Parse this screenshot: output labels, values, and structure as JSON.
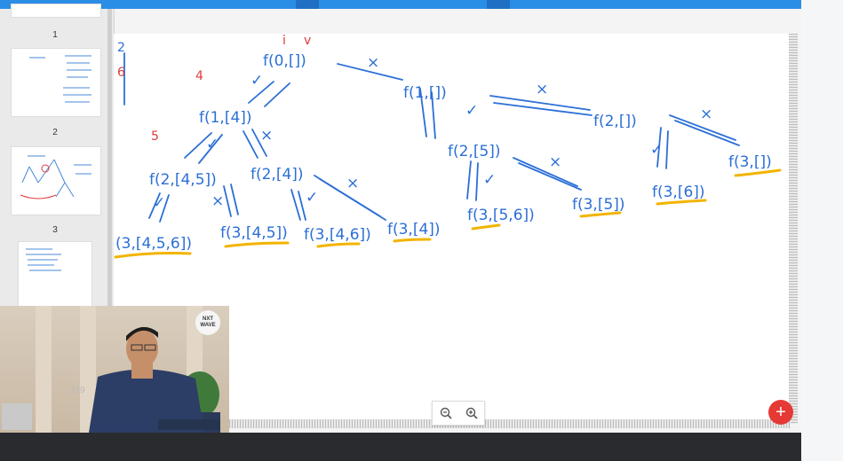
{
  "sidebar": {
    "slides": [
      {
        "number": "1"
      },
      {
        "number": "2"
      },
      {
        "number": "3"
      }
    ]
  },
  "board": {
    "annotations": [
      "i",
      "v",
      "2",
      "6",
      "4",
      "5"
    ],
    "nodes": {
      "root": "f(0,[])",
      "n1_4": "f(1,[4])",
      "n1_e": "f(1,[])",
      "n2_45": "f(2,[4,5])",
      "n2_4": "f(2,[4])",
      "n2_5": "f(2,[5])",
      "n2_e": "f(2,[])",
      "n3_456": "(3,[4,5,6])",
      "n3_45": "f(3,[4,5])",
      "n3_46": "f(3,[4,6])",
      "n3_4": "f(3,[4])",
      "n3_56": "f(3,[5,6])",
      "n3_5": "f(3,[5])",
      "n3_6": "f(3,[6])",
      "n3_e": "f(3,[])"
    },
    "marks": {
      "cross": "×",
      "tick": "✓"
    }
  },
  "video": {
    "overlay_number": "319",
    "logo_text": "NXT WAVE"
  },
  "zoom": {
    "zoom_out_label": "−",
    "zoom_in_label": "+"
  },
  "fab": {
    "label": "+"
  },
  "colors": {
    "ink": "#2b6fd6",
    "annotation": "#e03b3b",
    "highlight": "#f2b400",
    "accent": "#2a8de6",
    "fab": "#e53935"
  }
}
